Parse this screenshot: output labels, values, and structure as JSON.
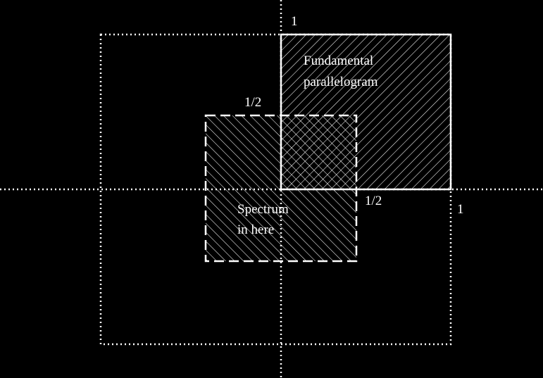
{
  "labels": {
    "one_vertical": "1",
    "one_horizontal": "1",
    "half_vertical": "1/2",
    "half_horizontal": "1/2",
    "fundamental_line1": "Fundamental",
    "fundamental_line2": "parallelogram",
    "spectrum_line1": "Spectrum",
    "spectrum_line2": "in here"
  },
  "colors": {
    "background": "#000000",
    "foreground": "#ffffff"
  }
}
